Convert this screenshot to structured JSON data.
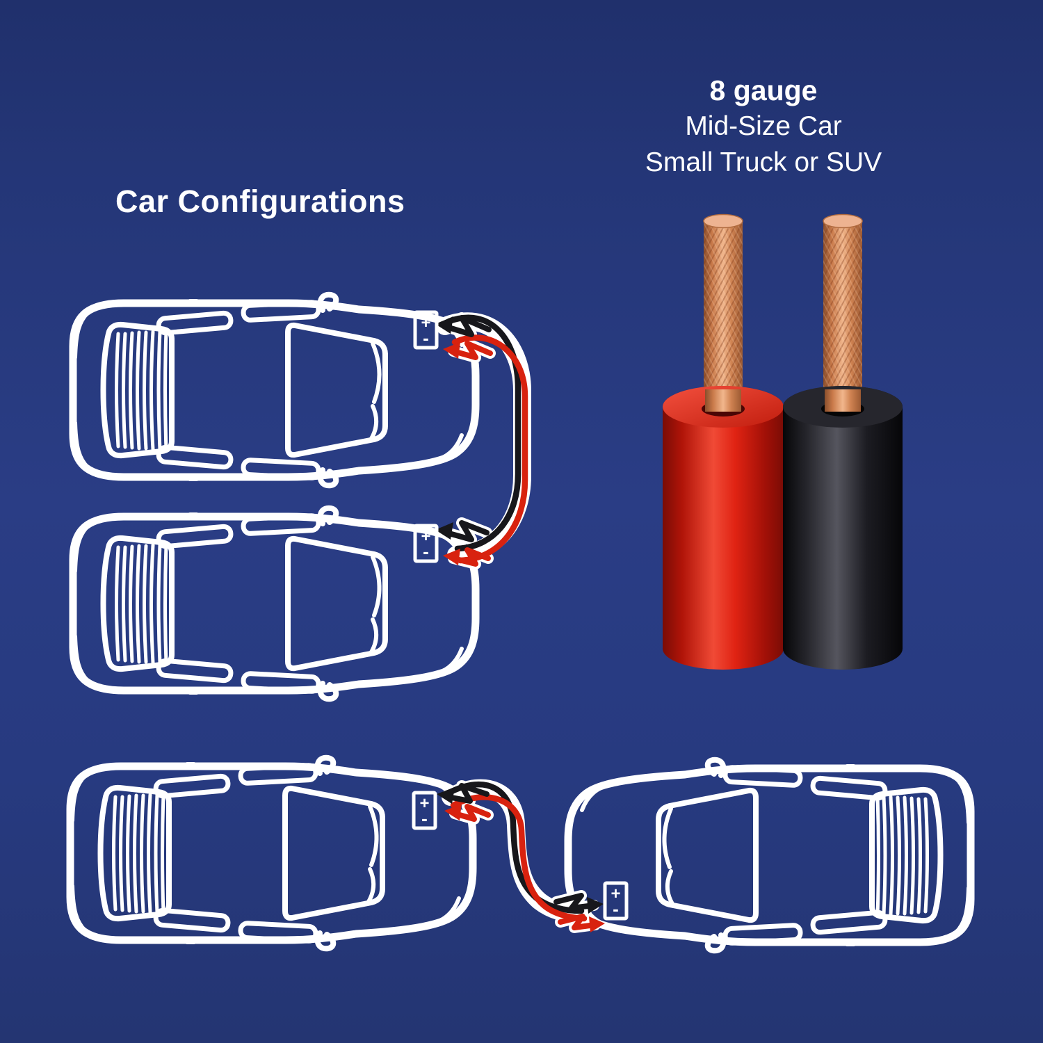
{
  "title": "Car Configurations",
  "label_block": {
    "line1": "8 gauge",
    "line2": "Mid-Size Car",
    "line3": "Small Truck or SUV"
  },
  "battery": {
    "positive": "+",
    "negative": "-"
  },
  "diagram": {
    "configurations": [
      "side-by-side jump start",
      "front-to-front jump start"
    ],
    "cable_colors": [
      "red",
      "black"
    ],
    "wires": [
      {
        "name": "red insulated 8 gauge wire",
        "insulation": "#e02818",
        "conductor": "copper"
      },
      {
        "name": "black insulated 8 gauge wire",
        "insulation": "#17171c",
        "conductor": "copper"
      }
    ]
  },
  "colors": {
    "background": "#273a80",
    "car_outline": "#ffffff",
    "cable_red": "#d8220f",
    "cable_black": "#17171b",
    "copper_light": "#f1b68c",
    "copper_dark": "#9c5a33",
    "insulation_red_bright": "#f04a36",
    "insulation_red_dark": "#7a0c06",
    "insulation_black_highlight": "#55555e"
  }
}
